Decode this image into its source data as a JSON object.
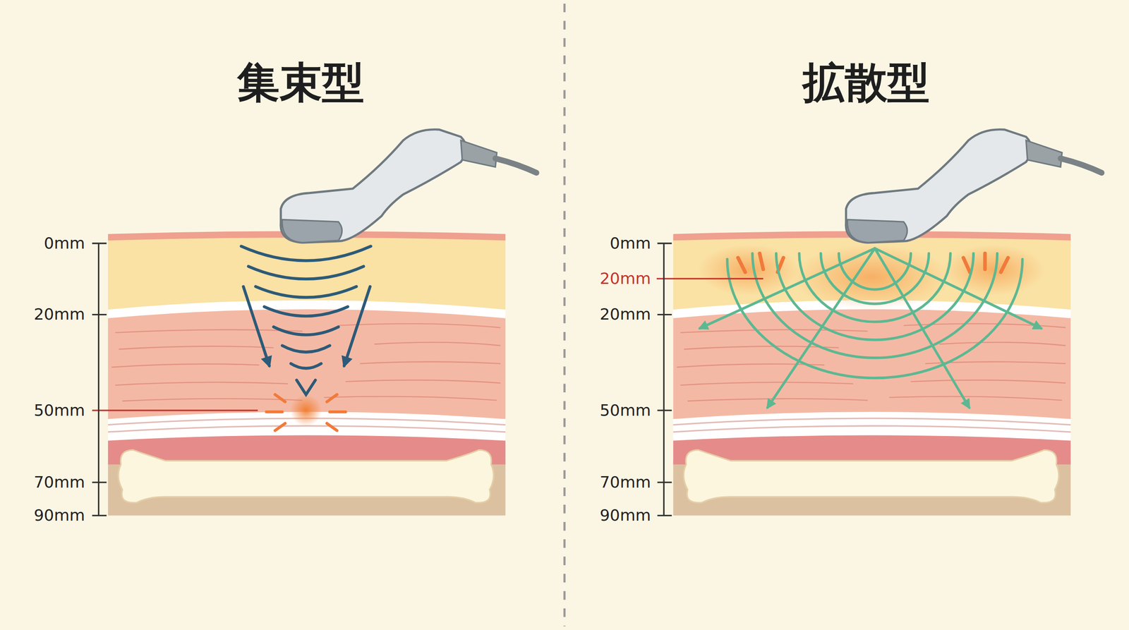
{
  "diagram": {
    "labels": [
      "集束型",
      "拡散型",
      "0mm",
      "20mm",
      "50mm",
      "70mm",
      "90mm",
      "0mm",
      "20mm",
      "20mm",
      "50mm",
      "70mm",
      "90mm"
    ]
  }
}
